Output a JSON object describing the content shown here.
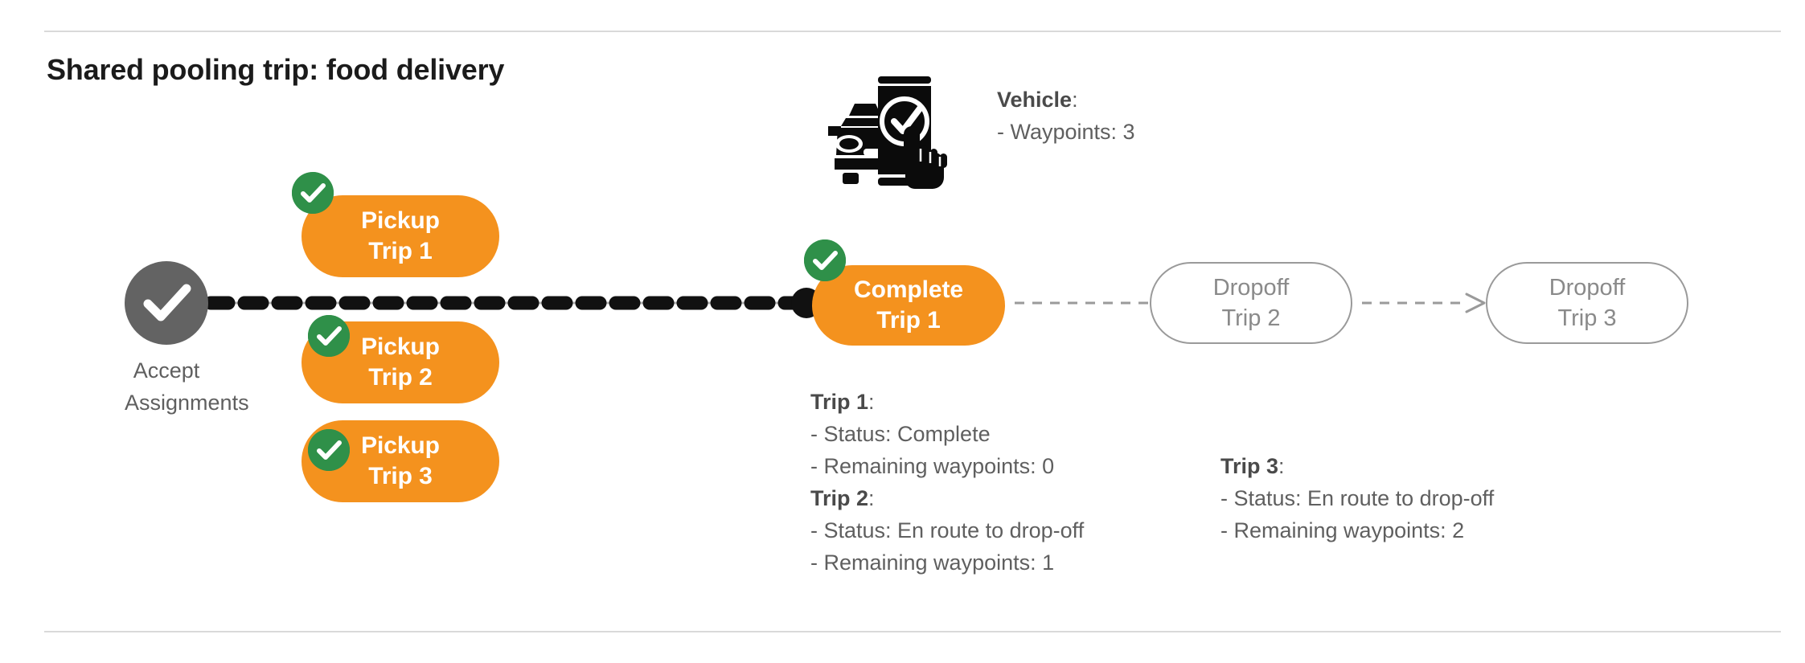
{
  "page": {
    "title": "Shared pooling trip: food delivery"
  },
  "colors": {
    "orange": "#F4921E",
    "green": "#2F9049",
    "gray_node": "#636363",
    "gray_text": "#5F5F5F",
    "gray_outline": "#9A9A9A",
    "rule": "#D9D9D9",
    "black": "#000000"
  },
  "flow": {
    "accept_node": {
      "icon": "check-circle-icon",
      "label_line1": "Accept",
      "label_line2": "Assignments"
    },
    "pickups": [
      {
        "id": "pickup-1",
        "line1": "Pickup",
        "line2": "Trip 1",
        "badge": "check-badge-icon",
        "completed": true
      },
      {
        "id": "pickup-2",
        "line1": "Pickup",
        "line2": "Trip 2",
        "badge": "check-badge-icon",
        "completed": true
      },
      {
        "id": "pickup-3",
        "line1": "Pickup",
        "line2": "Trip 3",
        "badge": "check-badge-icon",
        "completed": true
      }
    ],
    "complete_node": {
      "id": "complete-1",
      "line1": "Complete",
      "line2": "Trip 1",
      "badge": "check-badge-icon",
      "completed": true
    },
    "dropoffs": [
      {
        "id": "dropoff-2",
        "line1": "Dropoff",
        "line2": "Trip 2",
        "completed": false
      },
      {
        "id": "dropoff-3",
        "line1": "Dropoff",
        "line2": "Trip 3",
        "completed": false
      }
    ]
  },
  "vehicle": {
    "icon": "car-phone-check-icon",
    "heading": "Vehicle",
    "heading_suffix": ":",
    "waypoints_line": "- Waypoints: 3"
  },
  "trip_details": {
    "group_left": [
      {
        "heading": "Trip 1",
        "heading_suffix": ":",
        "status_line": "- Status:  Complete",
        "waypoints_line": "- Remaining waypoints: 0"
      },
      {
        "heading": "Trip 2",
        "heading_suffix": ":",
        "status_line": "- Status:  En route to drop-off",
        "waypoints_line": "- Remaining waypoints: 1"
      }
    ],
    "group_right": [
      {
        "heading": "Trip 3",
        "heading_suffix": ":",
        "status_line": "- Status:  En route to drop-off",
        "waypoints_line": "- Remaining waypoints: 2"
      }
    ]
  }
}
